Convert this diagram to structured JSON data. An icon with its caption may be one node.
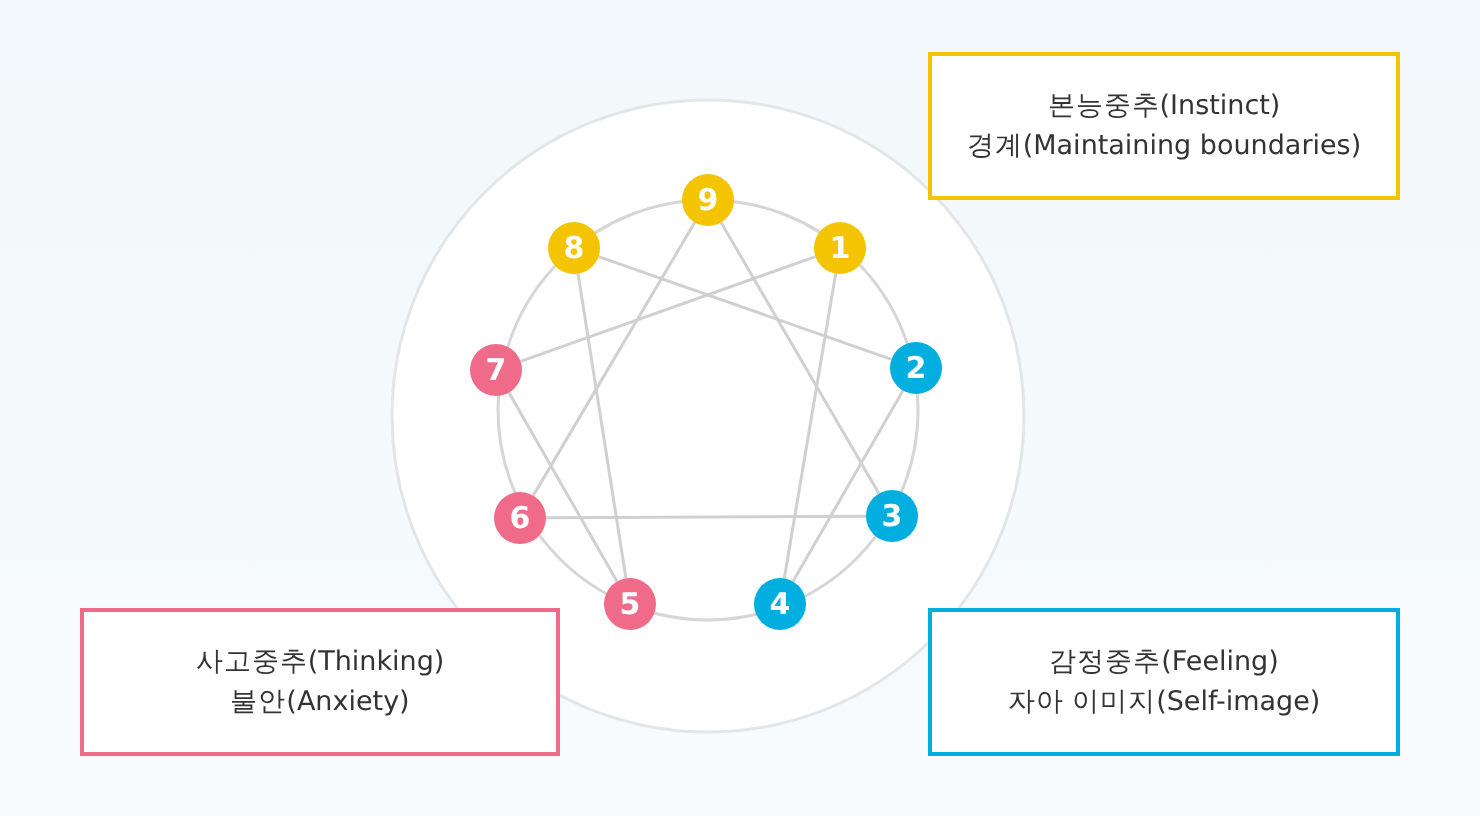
{
  "diagram": {
    "nodes": [
      {
        "text": [
          "1"
        ]
      },
      {
        "text": [
          "2"
        ]
      },
      {
        "text": [
          "3"
        ]
      },
      {
        "text": [
          "4"
        ]
      },
      {
        "text": [
          "5"
        ]
      },
      {
        "text": [
          "6"
        ]
      },
      {
        "text": [
          "7"
        ]
      },
      {
        "text": [
          "8"
        ]
      },
      {
        "text": [
          "9"
        ]
      },
      {
        "text": [
          "본능중추(Instinct)",
          "경계(Maintaining boundaries)"
        ]
      },
      {
        "text": [
          "사고중추(Thinking)",
          "불안(Anxiety)"
        ]
      },
      {
        "text": [
          "감정중추(Feeling)",
          "자아 이미지(Self-image)"
        ]
      }
    ],
    "edges": [
      {
        "from": 8,
        "to": 2,
        "arrow": "none"
      },
      {
        "from": 8,
        "to": 5,
        "arrow": "none"
      },
      {
        "from": 2,
        "to": 5,
        "arrow": "none"
      },
      {
        "from": 0,
        "to": 3,
        "arrow": "none"
      },
      {
        "from": 3,
        "to": 1,
        "arrow": "none"
      },
      {
        "from": 1,
        "to": 7,
        "arrow": "none"
      },
      {
        "from": 7,
        "to": 4,
        "arrow": "none"
      },
      {
        "from": 4,
        "to": 6,
        "arrow": "none"
      },
      {
        "from": 6,
        "to": 0,
        "arrow": "none"
      }
    ]
  }
}
